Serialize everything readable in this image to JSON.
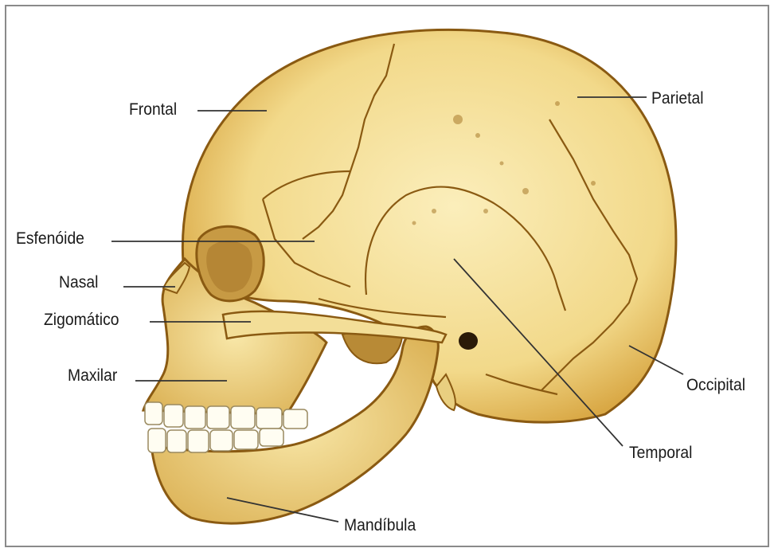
{
  "labels": {
    "frontal": "Frontal",
    "parietal": "Parietal",
    "esfenoide": "Esfenóide",
    "nasal": "Nasal",
    "zigomatico": "Zigomático",
    "maxilar": "Maxilar",
    "occipital": "Occipital",
    "temporal": "Temporal",
    "mandibula": "Mandíbula"
  },
  "colors": {
    "bone_fill": "#f2dc93",
    "bone_outline": "#8a5a12",
    "leader_line": "#333333"
  }
}
